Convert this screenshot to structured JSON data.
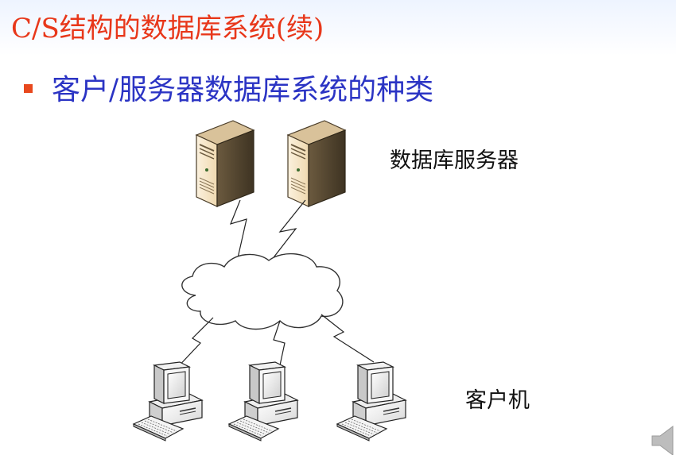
{
  "slide": {
    "title": "C/S结构的数据库系统(续)",
    "bullet": "客户/服务器数据库系统的种类"
  },
  "diagram": {
    "server_label": "数据库服务器",
    "client_label": "客户机",
    "nodes": {
      "servers": [
        "database-server",
        "database-server"
      ],
      "network": "network-cloud",
      "clients": [
        "client-computer",
        "client-computer",
        "client-computer"
      ]
    }
  },
  "colors": {
    "title": "#e8371a",
    "bullet_text": "#2b34c4",
    "bullet_marker": "#e8481d",
    "server_body": "#f4e3c4"
  }
}
